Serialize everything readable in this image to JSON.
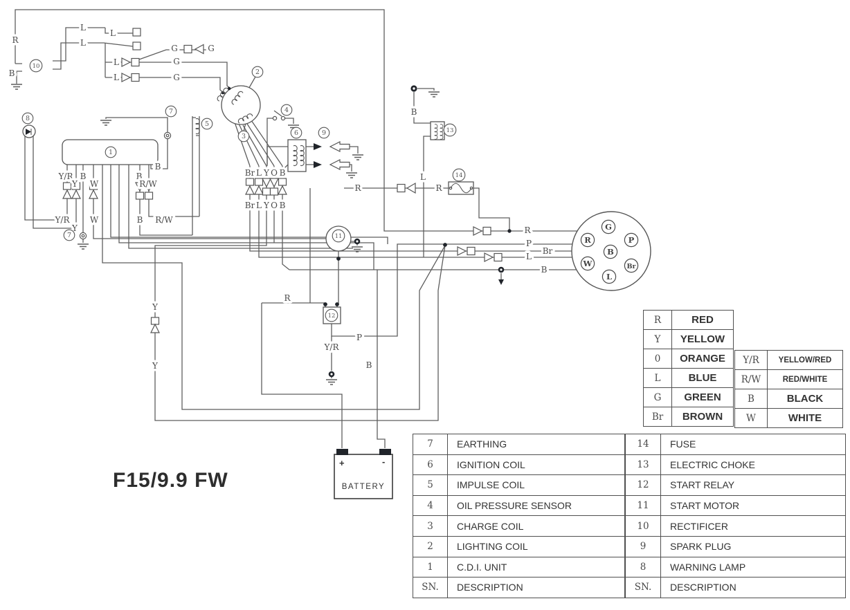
{
  "title": "F15/9.9 FW",
  "battery": {
    "label": "BATTERY",
    "plus": "+",
    "minus": "-"
  },
  "color_legend": {
    "left": [
      [
        "R",
        "RED"
      ],
      [
        "Y",
        "YELLOW"
      ],
      [
        "0",
        "ORANGE"
      ],
      [
        "L",
        "BLUE"
      ],
      [
        "G",
        "GREEN"
      ],
      [
        "Br",
        "BROWN"
      ]
    ],
    "right": [
      [
        "Y/R",
        "YELLOW/RED"
      ],
      [
        "R/W",
        "RED/WHITE"
      ],
      [
        "B",
        "BLACK"
      ],
      [
        "W",
        "WHITE"
      ]
    ]
  },
  "parts_table": {
    "left": [
      [
        "7",
        "EARTHING"
      ],
      [
        "6",
        "IGNITION COIL"
      ],
      [
        "5",
        "IMPULSE COIL"
      ],
      [
        "4",
        "OIL PRESSURE SENSOR"
      ],
      [
        "3",
        "CHARGE COIL"
      ],
      [
        "2",
        "LIGHTING COIL"
      ],
      [
        "1",
        "C.D.I. UNIT"
      ],
      [
        "SN.",
        "DESCRIPTION"
      ]
    ],
    "right": [
      [
        "14",
        "FUSE"
      ],
      [
        "13",
        "ELECTRIC CHOKE"
      ],
      [
        "12",
        "START RELAY"
      ],
      [
        "11",
        "START MOTOR"
      ],
      [
        "10",
        "RECTIFICER"
      ],
      [
        "9",
        "SPARK PLUG"
      ],
      [
        "8",
        "WARNING LAMP"
      ],
      [
        "SN.",
        "DESCRIPTION"
      ]
    ]
  },
  "diagram": {
    "wire_labels": [
      [
        "R",
        22,
        58
      ],
      [
        "B",
        17,
        106
      ],
      [
        "L",
        120,
        40
      ],
      [
        "L",
        163,
        48
      ],
      [
        "L",
        120,
        62
      ],
      [
        "L",
        168,
        90
      ],
      [
        "L",
        168,
        112
      ],
      [
        "G",
        252,
        70
      ],
      [
        "G",
        305,
        70
      ],
      [
        "G",
        255,
        89
      ],
      [
        "G",
        255,
        112
      ],
      [
        "Y/R",
        95,
        255
      ],
      [
        "Y",
        108,
        266
      ],
      [
        "B",
        120,
        255
      ],
      [
        "W",
        136,
        266
      ],
      [
        "B",
        201,
        255
      ],
      [
        "R/W",
        214,
        266
      ],
      [
        "B",
        228,
        241
      ],
      [
        "Y/R",
        90,
        318
      ],
      [
        "Y",
        108,
        330
      ],
      [
        "W",
        136,
        318
      ],
      [
        "B",
        202,
        318
      ],
      [
        "R/W",
        237,
        318
      ],
      [
        "Br",
        361,
        250
      ],
      [
        "L",
        374,
        250
      ],
      [
        "Y",
        385,
        250
      ],
      [
        "O",
        396,
        250
      ],
      [
        "B",
        408,
        250
      ],
      [
        "Br",
        361,
        297
      ],
      [
        "L",
        374,
        297
      ],
      [
        "Y",
        385,
        297
      ],
      [
        "O",
        396,
        297
      ],
      [
        "B",
        408,
        297
      ],
      [
        "B",
        598,
        162
      ],
      [
        "L",
        611,
        256
      ],
      [
        "R",
        517,
        272
      ],
      [
        "R",
        634,
        272
      ],
      [
        "R",
        415,
        431
      ],
      [
        "R",
        762,
        333
      ],
      [
        "P",
        519,
        488
      ],
      [
        "P",
        764,
        352
      ],
      [
        "Br",
        791,
        363
      ],
      [
        "L",
        764,
        371
      ],
      [
        "B",
        786,
        390
      ],
      [
        "Y/R",
        479,
        502
      ],
      [
        "B",
        533,
        528
      ],
      [
        "Y",
        224,
        444
      ],
      [
        "Y",
        224,
        529
      ]
    ],
    "component_numbers": [
      [
        "10",
        52,
        95
      ],
      [
        "2",
        372,
        104
      ],
      [
        "3",
        352,
        197
      ],
      [
        "4",
        414,
        159
      ],
      [
        "6",
        428,
        192
      ],
      [
        "9",
        468,
        192
      ],
      [
        "7",
        247,
        161
      ],
      [
        "5",
        299,
        179
      ],
      [
        "8",
        40,
        171
      ],
      [
        "1",
        160,
        220
      ],
      [
        "7",
        100,
        340
      ],
      [
        "13",
        650,
        188
      ],
      [
        "14",
        663,
        253
      ],
      [
        "11",
        489,
        341
      ],
      [
        "12",
        479,
        456
      ]
    ],
    "connector_pins": [
      [
        "G",
        879,
        328
      ],
      [
        "R",
        849,
        347
      ],
      [
        "P",
        912,
        347
      ],
      [
        "B",
        882,
        364
      ],
      [
        "W",
        849,
        381
      ],
      [
        "Br",
        912,
        384
      ],
      [
        "L",
        880,
        400
      ]
    ]
  }
}
